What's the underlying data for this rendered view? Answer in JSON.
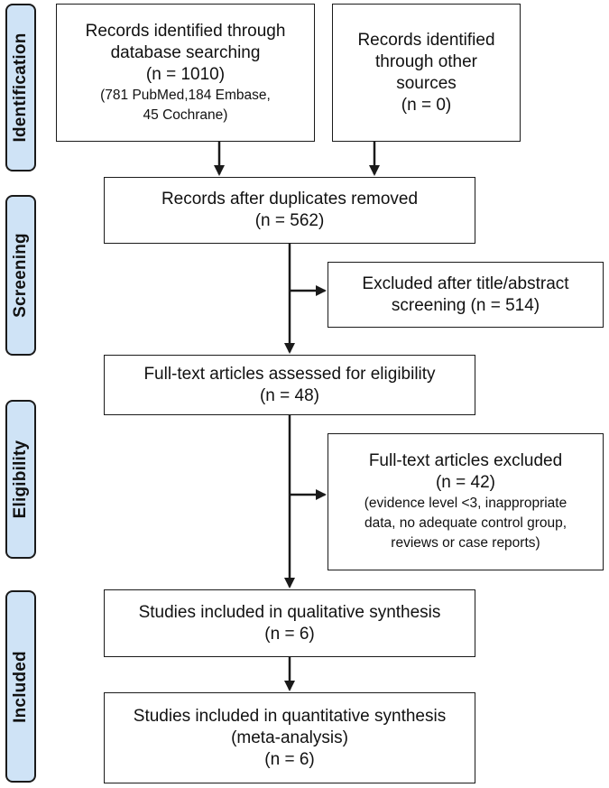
{
  "phases": [
    {
      "id": "identification",
      "label": "Identification"
    },
    {
      "id": "screening",
      "label": "Screening"
    },
    {
      "id": "eligibility",
      "label": "Eligibility"
    },
    {
      "id": "included",
      "label": "Included"
    }
  ],
  "boxes": {
    "database": {
      "line1": "Records identified through",
      "line2": "database searching",
      "line3": "(n = 1010)",
      "detail1": "(781 PubMed,184 Embase,",
      "detail2": "45 Cochrane)"
    },
    "other_sources": {
      "line1": "Records identified",
      "line2": "through other",
      "line3": "sources",
      "line4": "(n = 0)"
    },
    "duplicates_removed": {
      "line1": "Records after duplicates removed",
      "line2": "(n = 562)"
    },
    "excluded_screening": {
      "line1": "Excluded after title/abstract",
      "line2": "screening (n = 514)"
    },
    "fulltext_assessed": {
      "line1": "Full-text articles assessed for eligibility",
      "line2": "(n = 48)"
    },
    "fulltext_excluded": {
      "line1": "Full-text articles excluded",
      "line2": "(n = 42)",
      "detail1": "(evidence level <3, inappropriate",
      "detail2": "data, no adequate control group,",
      "detail3": "reviews or case reports)"
    },
    "qualitative": {
      "line1": "Studies included in qualitative synthesis",
      "line2": "(n = 6)"
    },
    "quantitative": {
      "line1": "Studies included in quantitative synthesis",
      "line2": "(meta-analysis)",
      "line3": "(n = 6)"
    }
  }
}
